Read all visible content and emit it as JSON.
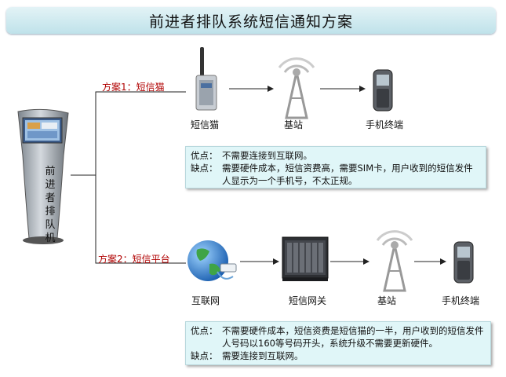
{
  "title": "前进者排队系统短信通知方案",
  "kiosk": {
    "label": "前进者排队机"
  },
  "plan1": {
    "label": "方案1：短信猫",
    "nodes": [
      "短信猫",
      "基站",
      "手机终端"
    ],
    "pros_key": "优点：",
    "pros": "不需要连接到互联网。",
    "cons_key": "缺点：",
    "cons": "需要硬件成本，短信资费高，需要SIM卡，用户收到的短信发件人显示为一个手机号，不太正规。"
  },
  "plan2": {
    "label": "方案2：短信平台",
    "nodes": [
      "互联网",
      "短信网关",
      "基站",
      "手机终端"
    ],
    "pros_key": "优点：",
    "pros": "不需要硬件成本，短信资费是短信猫的一半，用户收到的短信发件人号码以160等号码开头，系统升级不需要更新硬件。",
    "cons_key": "缺点：",
    "cons": "需要连接到互联网。"
  }
}
